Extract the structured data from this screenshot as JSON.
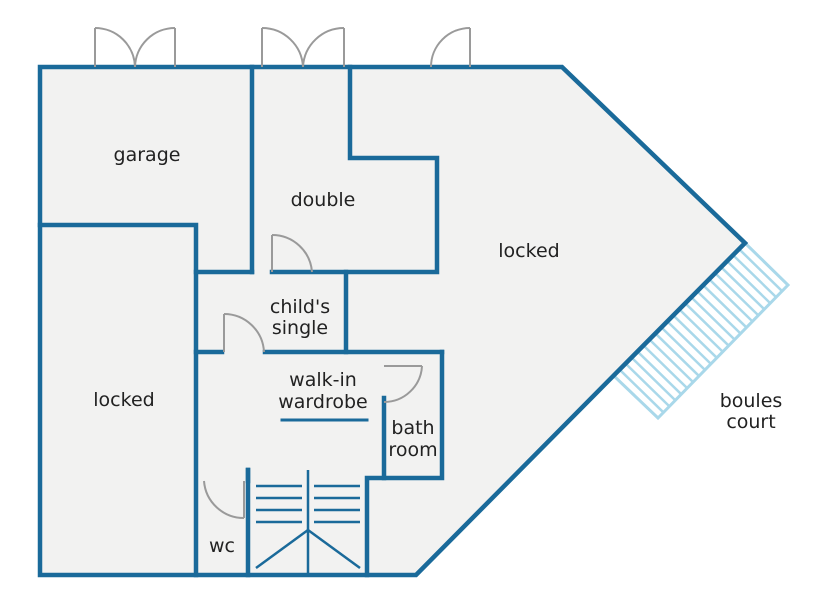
{
  "rooms": {
    "garage": "garage",
    "double": "double",
    "locked_right": "locked",
    "locked_left": "locked",
    "childs_single_line1": "child's",
    "childs_single_line2": "single",
    "walk_in_line1": "walk-in",
    "walk_in_line2": "wardrobe",
    "bath_line1": "bath",
    "bath_line2": "room",
    "wc": "wc",
    "boules_line1": "boules",
    "boules_line2": "court"
  },
  "colors": {
    "wall": "#1a6a9a",
    "floor": "#f2f2f1",
    "door": "#9a9a9a",
    "court": "#a9d8ea",
    "text": "#222222"
  }
}
